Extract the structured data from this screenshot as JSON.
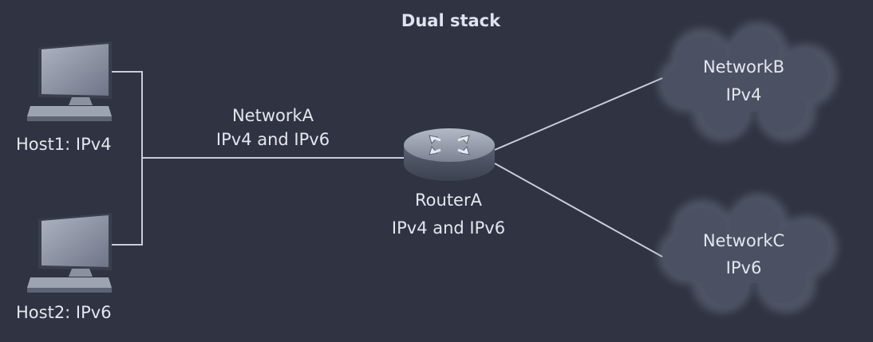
{
  "diagram": {
    "title": "Dual stack",
    "hosts": [
      {
        "label": "Host1: IPv4"
      },
      {
        "label": "Host2: IPv6"
      }
    ],
    "network_a": {
      "line1": "NetworkA",
      "line2": "IPv4 and IPv6"
    },
    "router": {
      "line1": "RouterA",
      "line2": "IPv4 and IPv6"
    },
    "network_b": {
      "line1": "NetworkB",
      "line2": "IPv4"
    },
    "network_c": {
      "line1": "NetworkC",
      "line2": "IPv6"
    }
  }
}
